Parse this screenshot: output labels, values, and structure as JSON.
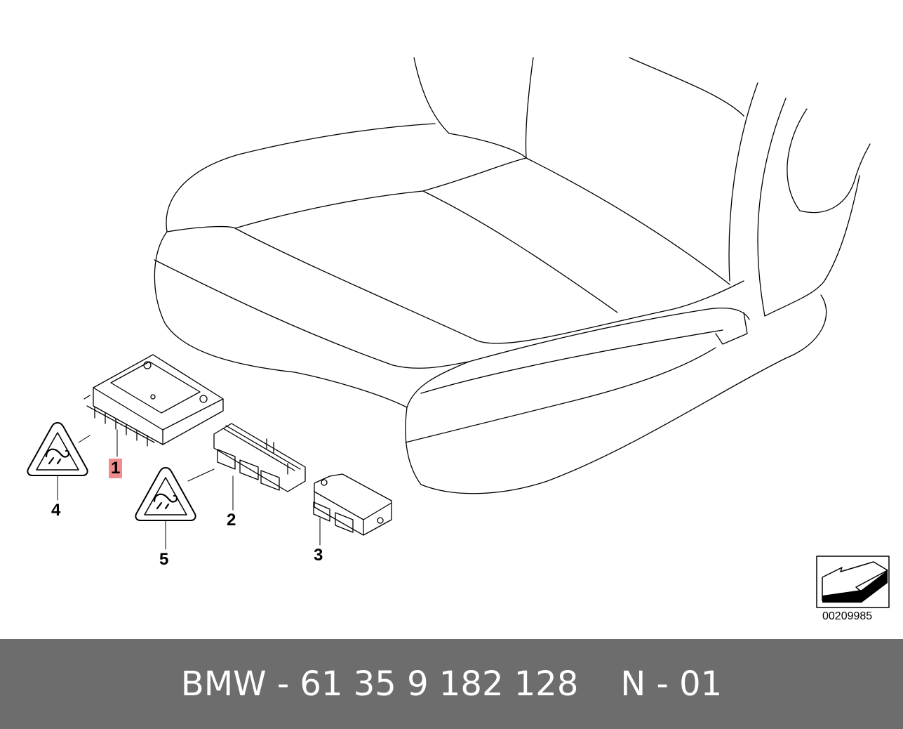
{
  "diagram": {
    "callouts": [
      {
        "id": "1",
        "label": "1",
        "highlighted": true
      },
      {
        "id": "2",
        "label": "2",
        "highlighted": false
      },
      {
        "id": "3",
        "label": "3",
        "highlighted": false
      },
      {
        "id": "4",
        "label": "4",
        "highlighted": false
      },
      {
        "id": "5",
        "label": "5",
        "highlighted": false
      }
    ],
    "image_code": "00209985",
    "icons": [
      "warning-triangle-icon",
      "direction-arrow-icon"
    ],
    "colors": {
      "highlight": "#f08c8c",
      "footer_bg": "#6d6d6d",
      "footer_text": "#ffffff"
    }
  },
  "footer": {
    "part_number": "BMW - 61 35 9 182 128",
    "revision": "N - 01"
  }
}
